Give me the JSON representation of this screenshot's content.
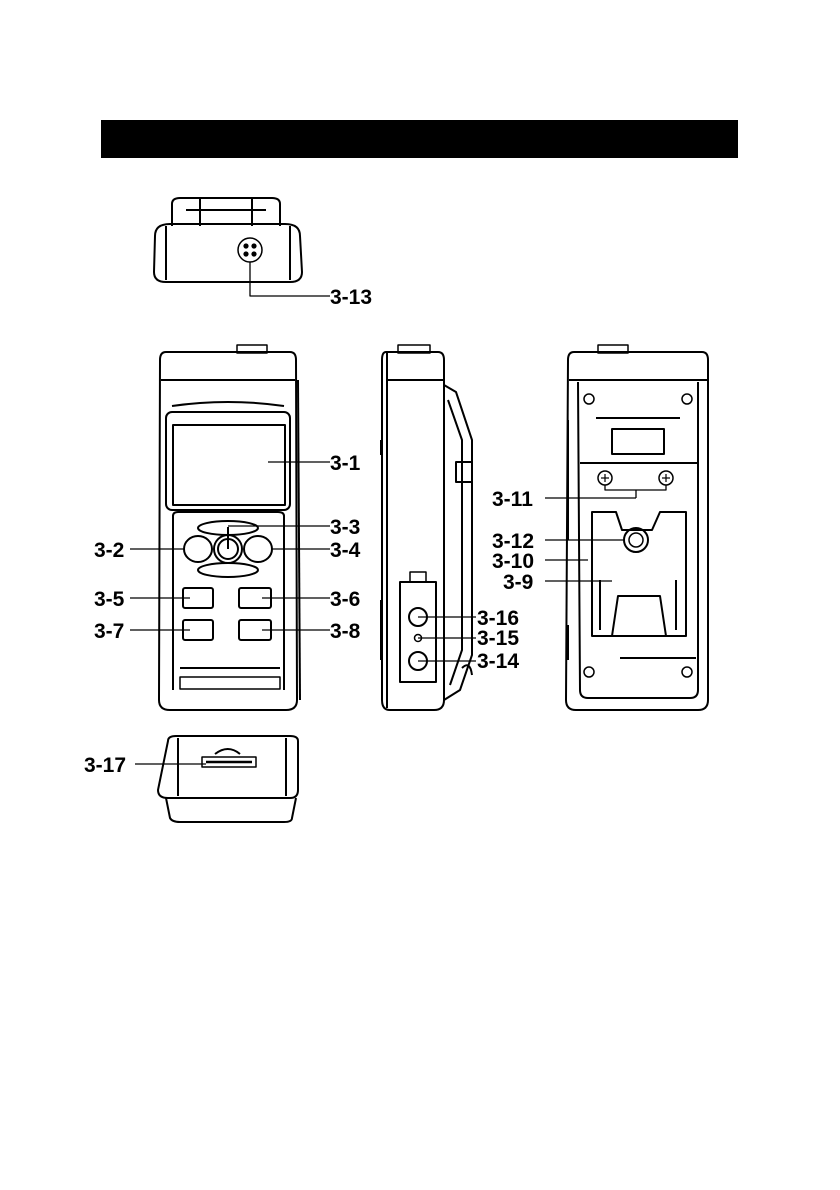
{
  "page": {
    "header_bar_text": "",
    "colors": {
      "line": "#000000",
      "background": "#ffffff"
    }
  },
  "labels": {
    "l3_1": "3-1",
    "l3_2": "3-2",
    "l3_3": "3-3",
    "l3_4": "3-4",
    "l3_5": "3-5",
    "l3_6": "3-6",
    "l3_7": "3-7",
    "l3_8": "3-8",
    "l3_9": "3-9",
    "l3_10": "3-10",
    "l3_11": "3-11",
    "l3_12": "3-12",
    "l3_13": "3-13",
    "l3_14": "3-14",
    "l3_15": "3-15",
    "l3_16": "3-16",
    "l3_17": "3-17"
  }
}
